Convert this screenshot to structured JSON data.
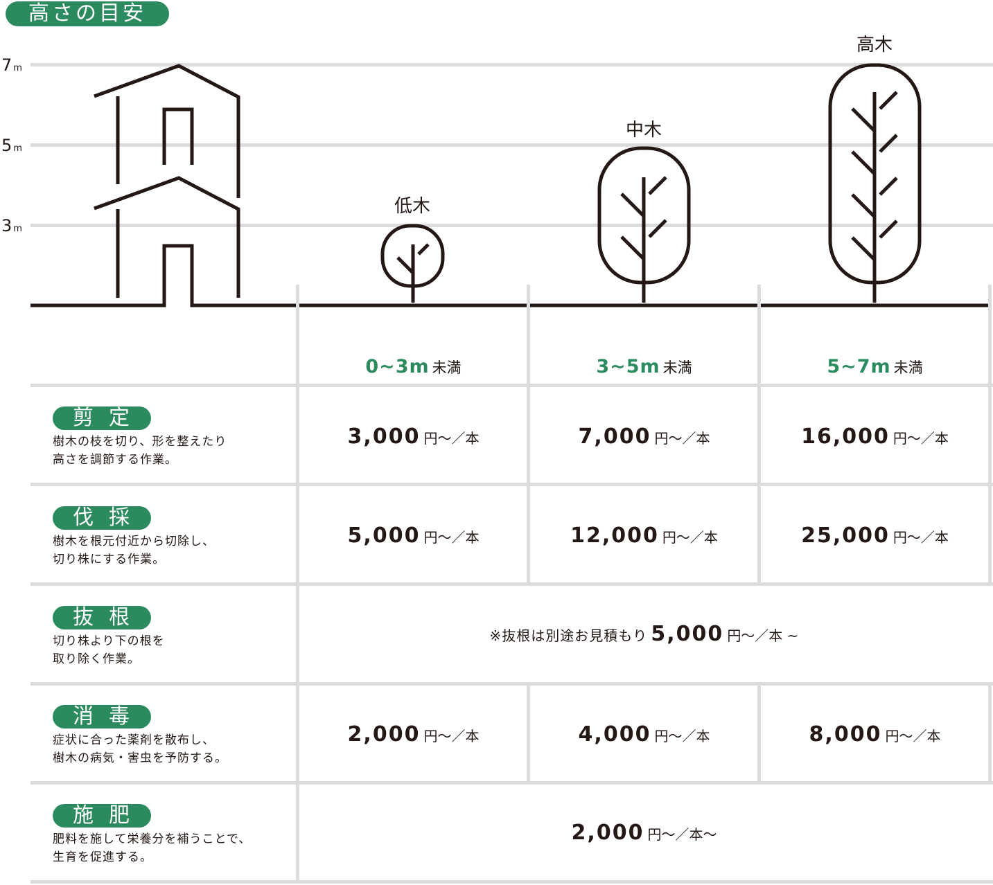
{
  "title": "高さの目安",
  "y_axis": [
    {
      "value": "7",
      "unit": "m"
    },
    {
      "value": "5",
      "unit": "m"
    },
    {
      "value": "3",
      "unit": "m"
    }
  ],
  "trees": {
    "low": "低木",
    "mid": "中木",
    "high": "高木"
  },
  "columns": [
    {
      "range": "0~3m",
      "suffix": "未満"
    },
    {
      "range": "3~5m",
      "suffix": "未満"
    },
    {
      "range": "5~7m",
      "suffix": "未満"
    }
  ],
  "price_unit": "円〜／本",
  "rows": [
    {
      "name": "剪定",
      "desc": "樹木の枝を切り、形を整えたり\n高さを調節する作業。",
      "prices": [
        "3,000",
        "7,000",
        "16,000"
      ]
    },
    {
      "name": "伐採",
      "desc": "樹木を根元付近から切除し、\n切り株にする作業。",
      "prices": [
        "5,000",
        "12,000",
        "25,000"
      ]
    },
    {
      "name": "抜根",
      "desc": "切り株より下の根を\n取り除く作業。",
      "note_prefix": "※抜根は別途お見積もり",
      "price": "5,000",
      "note_unit": "円〜／本 ~"
    },
    {
      "name": "消毒",
      "desc": "症状に合った薬剤を散布し、\n樹木の病気・害虫を予防する。",
      "prices": [
        "2,000",
        "4,000",
        "8,000"
      ]
    },
    {
      "name": "施肥",
      "desc": "肥料を施して栄養分を補うことで、\n生育を促進する。",
      "price": "2,000",
      "note_unit": "円〜／本〜"
    }
  ]
}
